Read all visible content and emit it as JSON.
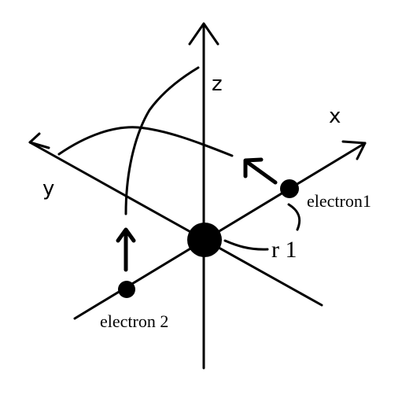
{
  "labels": {
    "z_axis": "z",
    "x_axis": "x",
    "y_axis": "y",
    "electron1": "electron1",
    "electron2": "electron 2",
    "r1": "r 1"
  }
}
